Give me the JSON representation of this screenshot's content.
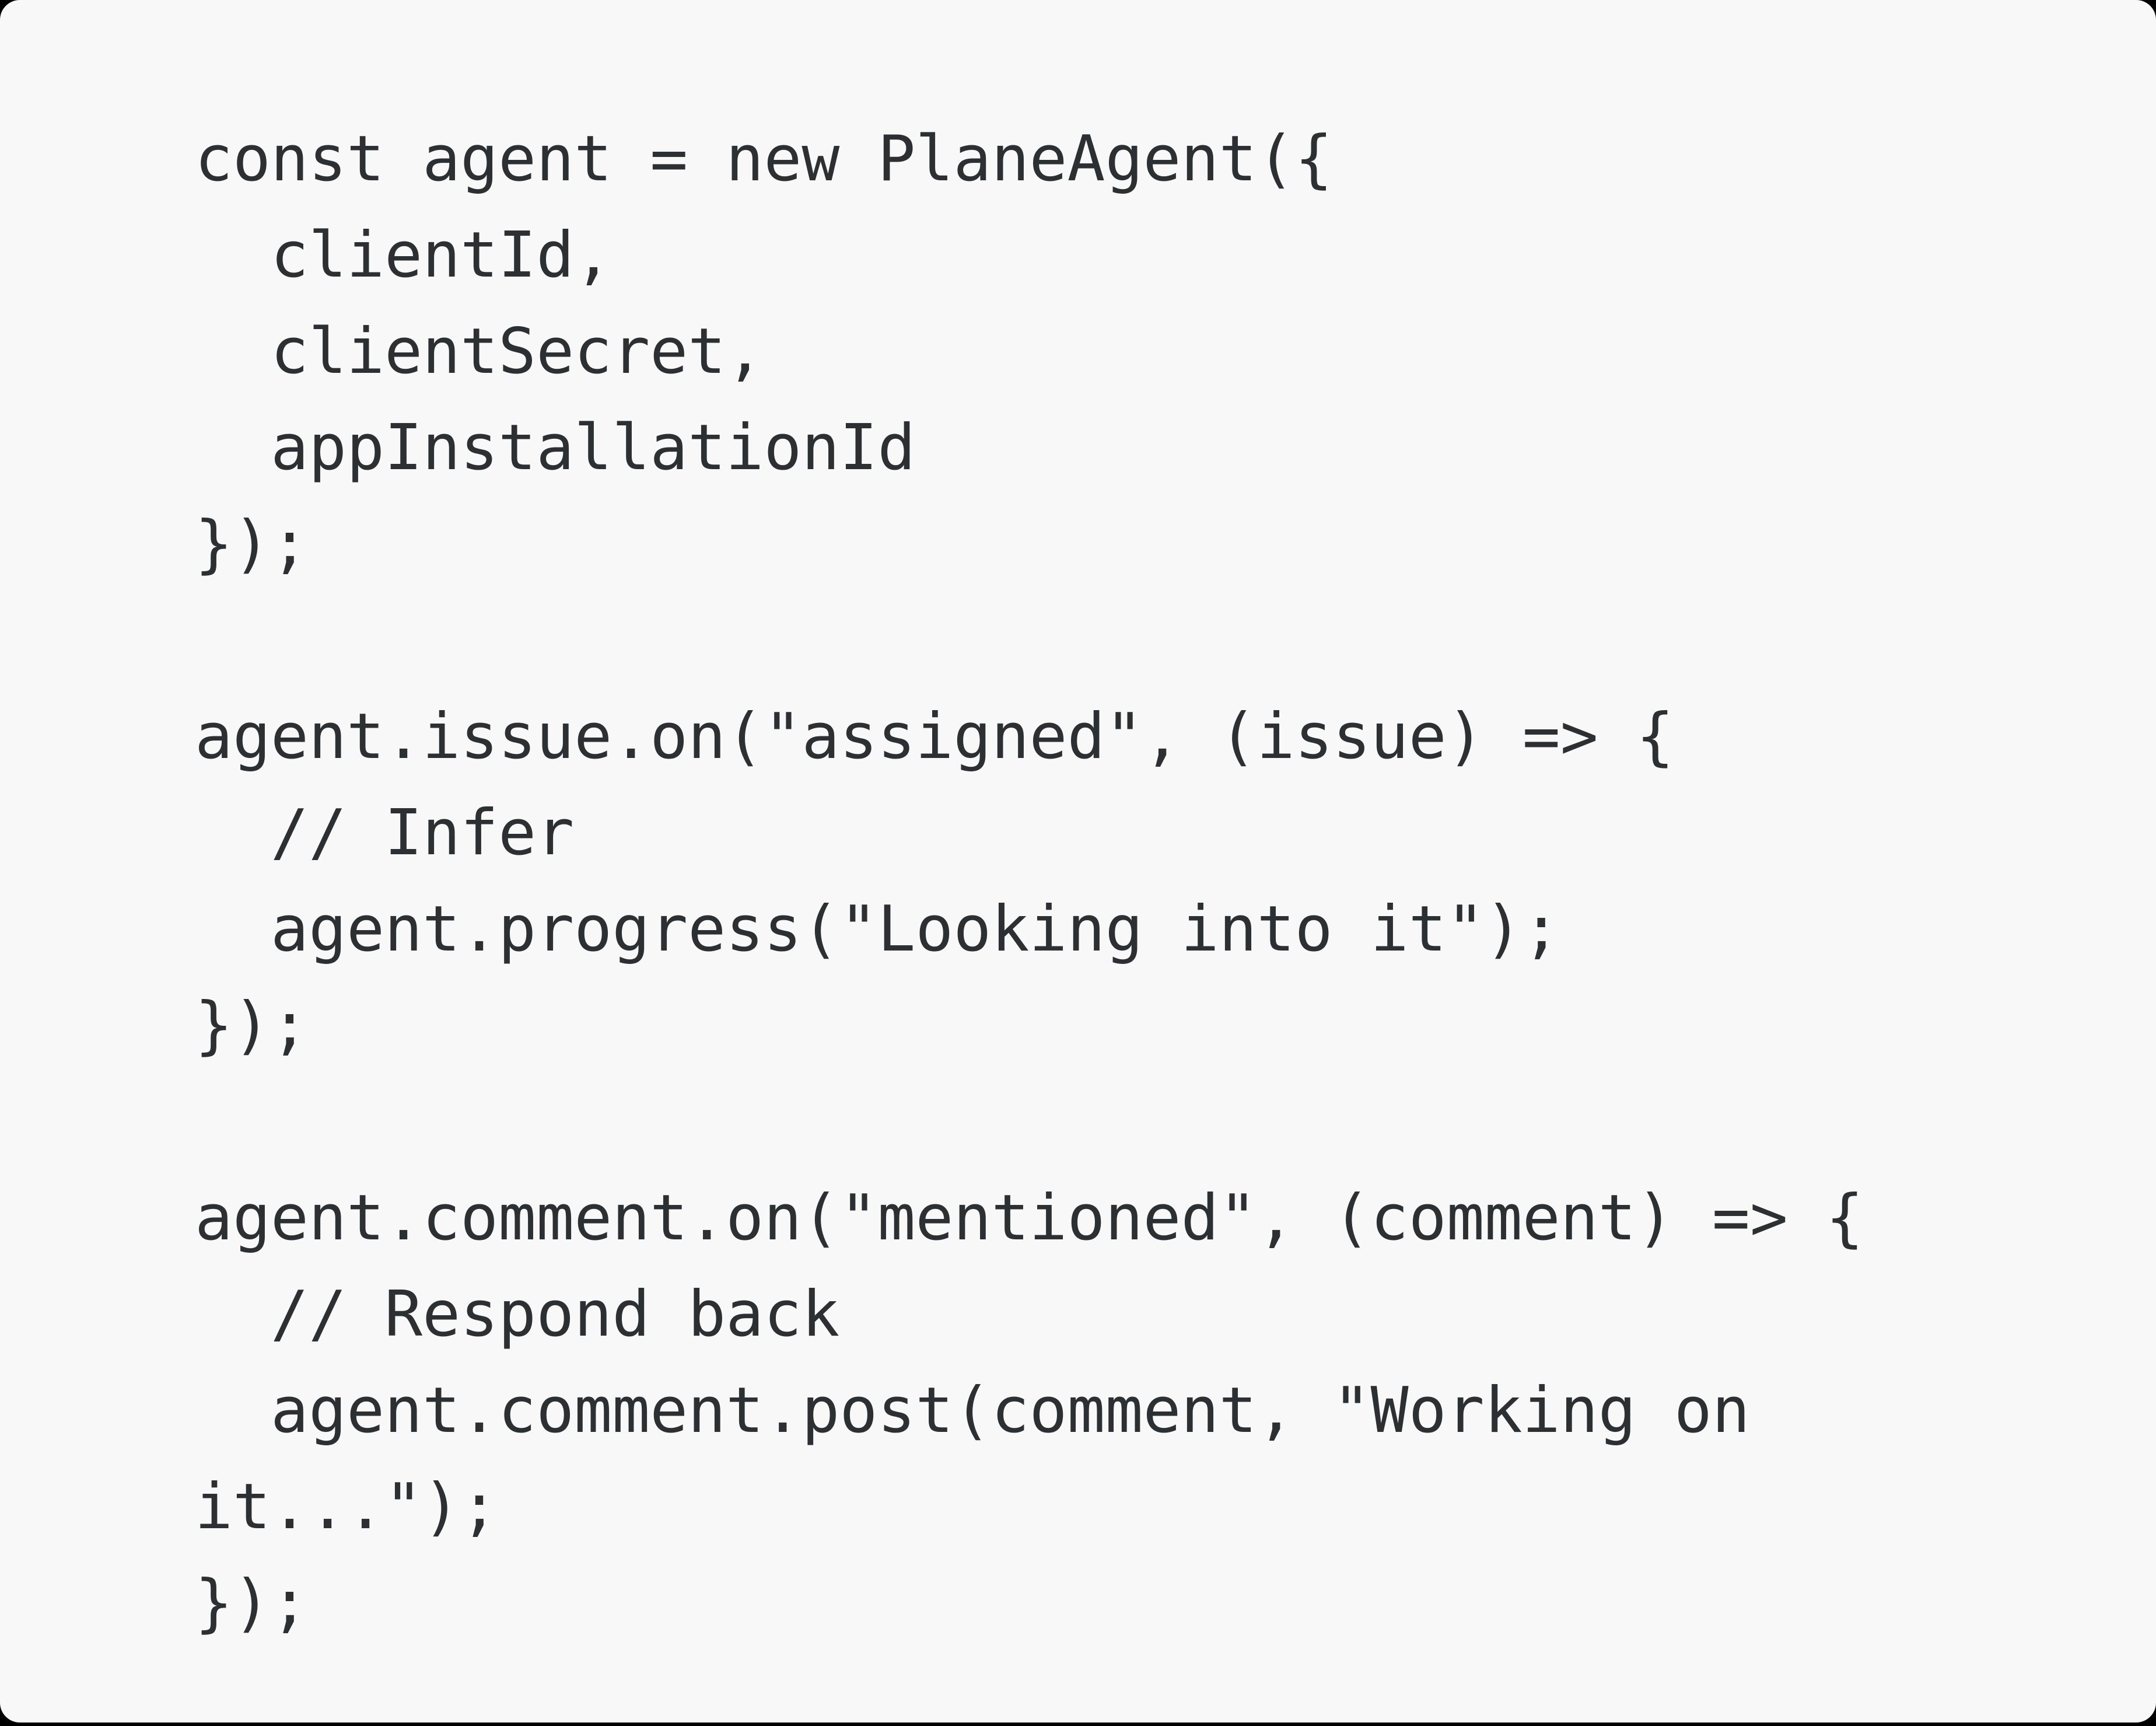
{
  "colors": {
    "page_background": "#000000",
    "card_background": "#f8f8f8",
    "code_text": "#2c3033"
  },
  "code": {
    "lines": [
      "const agent = new PlaneAgent({",
      "  clientId,",
      "  clientSecret,",
      "  appInstallationId",
      "});",
      "",
      "agent.issue.on(\"assigned\", (issue) => {",
      "  // Infer",
      "  agent.progress(\"Looking into it\");",
      "});",
      "",
      "agent.comment.on(\"mentioned\", (comment) => {",
      "  // Respond back",
      "  agent.comment.post(comment, \"Working on it...\");",
      "});"
    ]
  }
}
